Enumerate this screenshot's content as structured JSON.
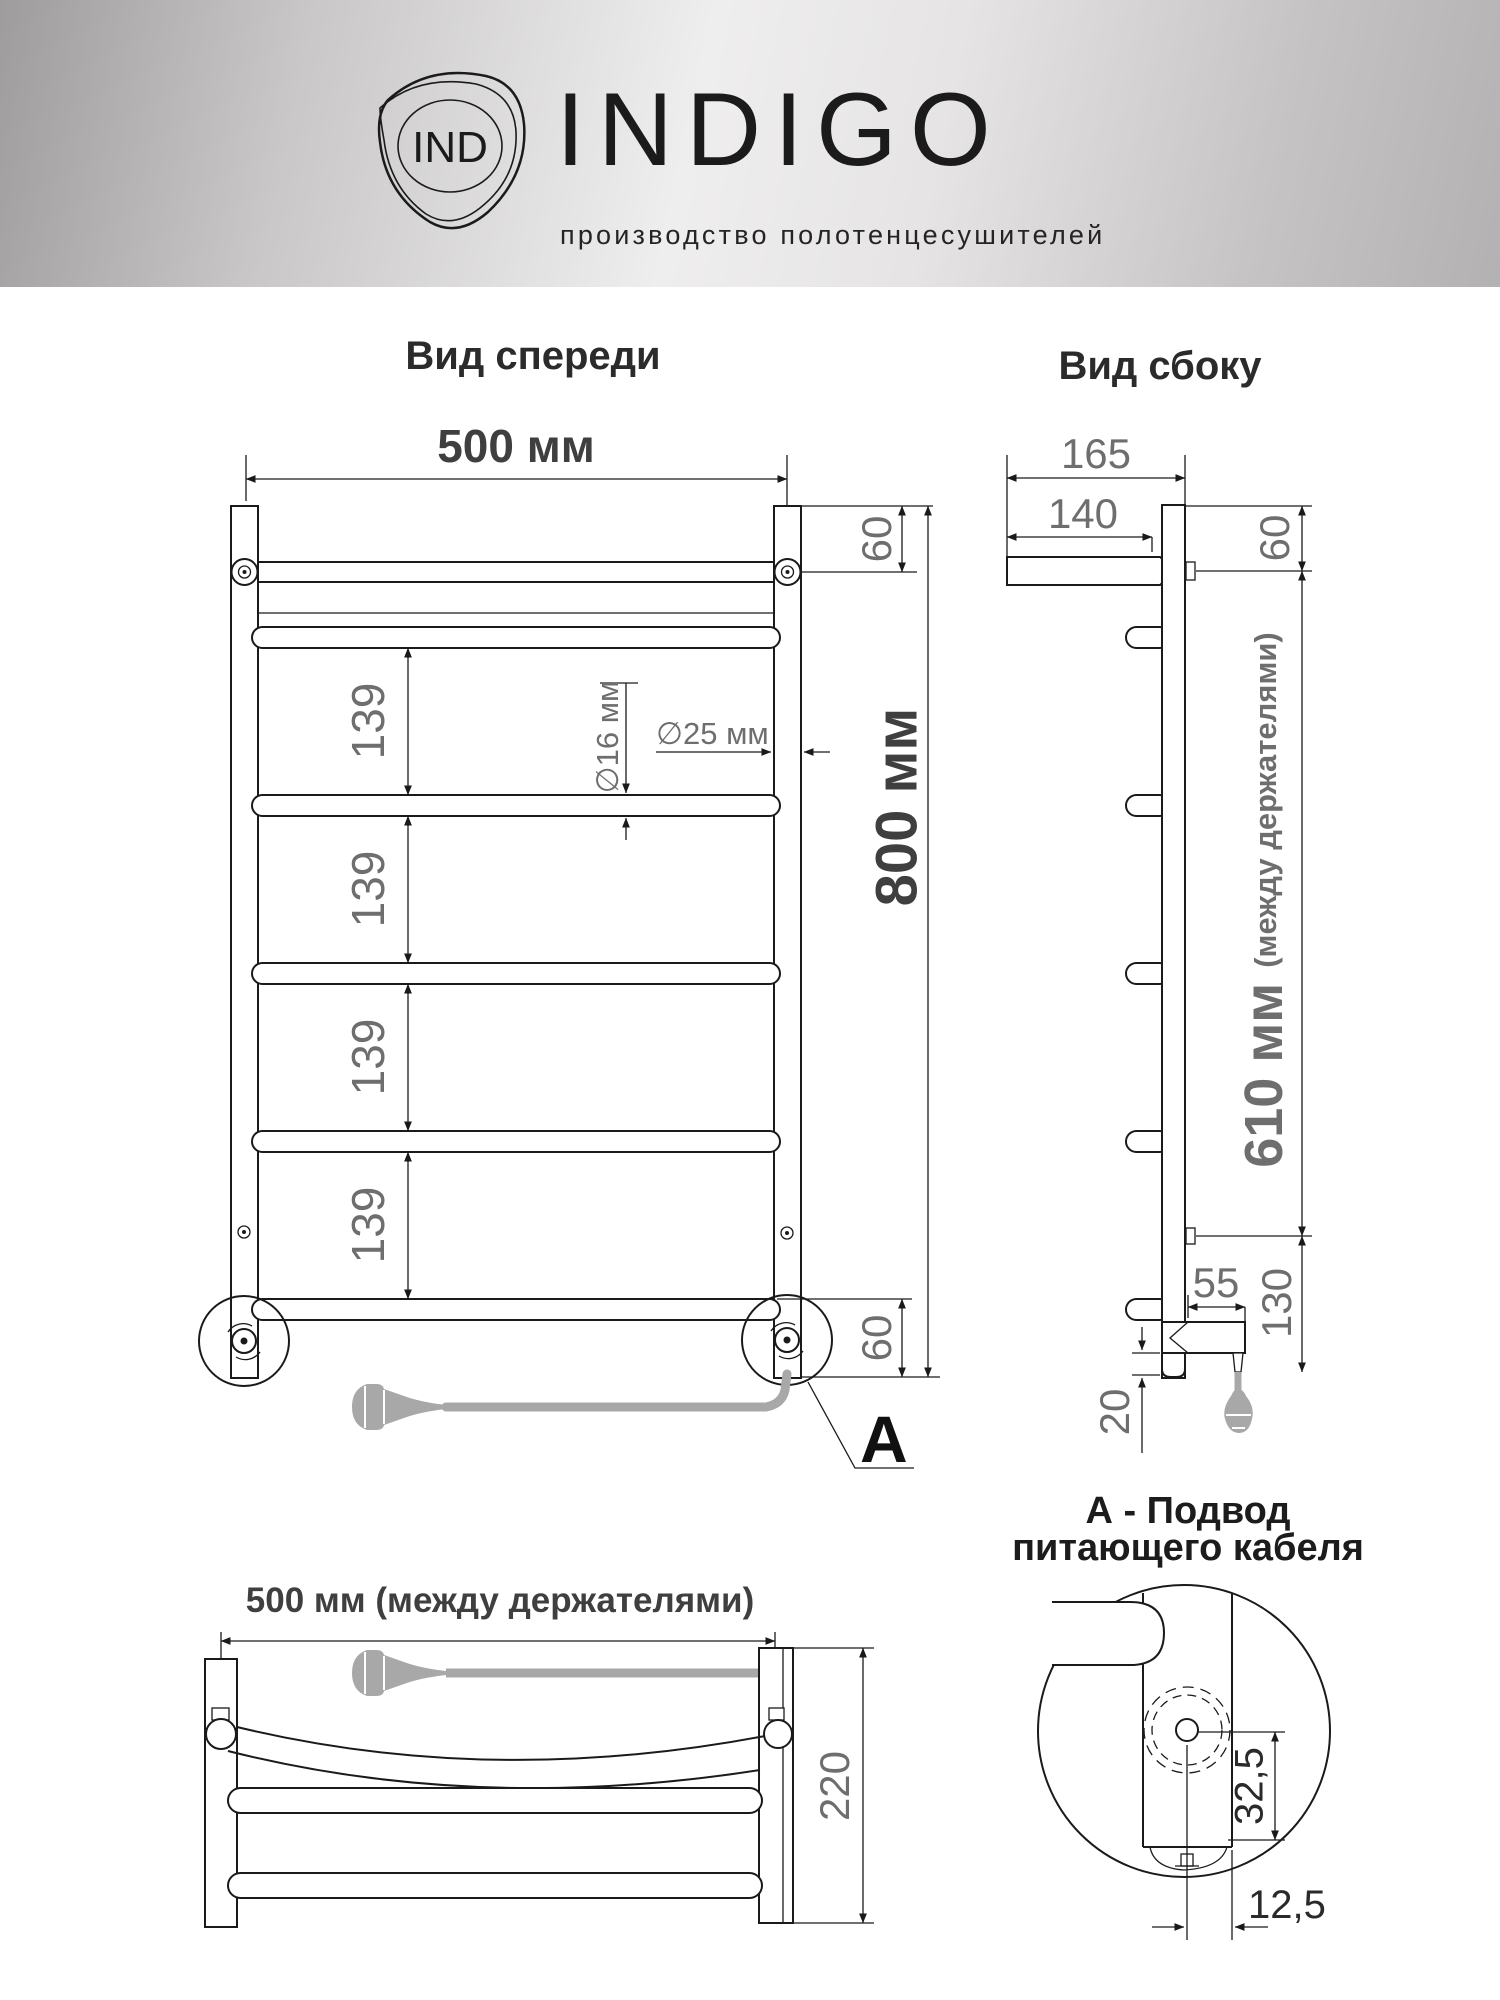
{
  "header": {
    "brand": "INDIGO",
    "emblem_text": "IND",
    "tagline": "производство полотенцесушителей"
  },
  "titles": {
    "front": "Вид спереди",
    "side": "Вид сбоку"
  },
  "front_view": {
    "width_label": "500 мм",
    "height_label": "800 мм",
    "top_offset": "60",
    "bottom_offset": "60",
    "gaps": [
      "139",
      "139",
      "139",
      "139"
    ],
    "tube_diameter": "∅16 мм",
    "post_diameter": "∅25 мм",
    "detail_mark": "А"
  },
  "side_view": {
    "total_depth": "165",
    "bracket_length": "140",
    "top_offset": "60",
    "between_main": "610 мм ",
    "between_note": "(между держателями)",
    "unit_offset": "55",
    "unit_height": "130",
    "bottom_gap": "20"
  },
  "bottom_view": {
    "width_label": "500 мм (между держателями)",
    "depth_label": "220"
  },
  "detail_view": {
    "title_line1": "А - Подвод",
    "title_line2": "питающего кабеля",
    "vertical_dim": "32,5",
    "horizontal_dim": "12,5"
  },
  "colors": {
    "line": "#1a1a1a",
    "dim_text": "#6e6e6e",
    "cable": "#a8a8a8",
    "header_gradient_mid": "#efeeef"
  }
}
